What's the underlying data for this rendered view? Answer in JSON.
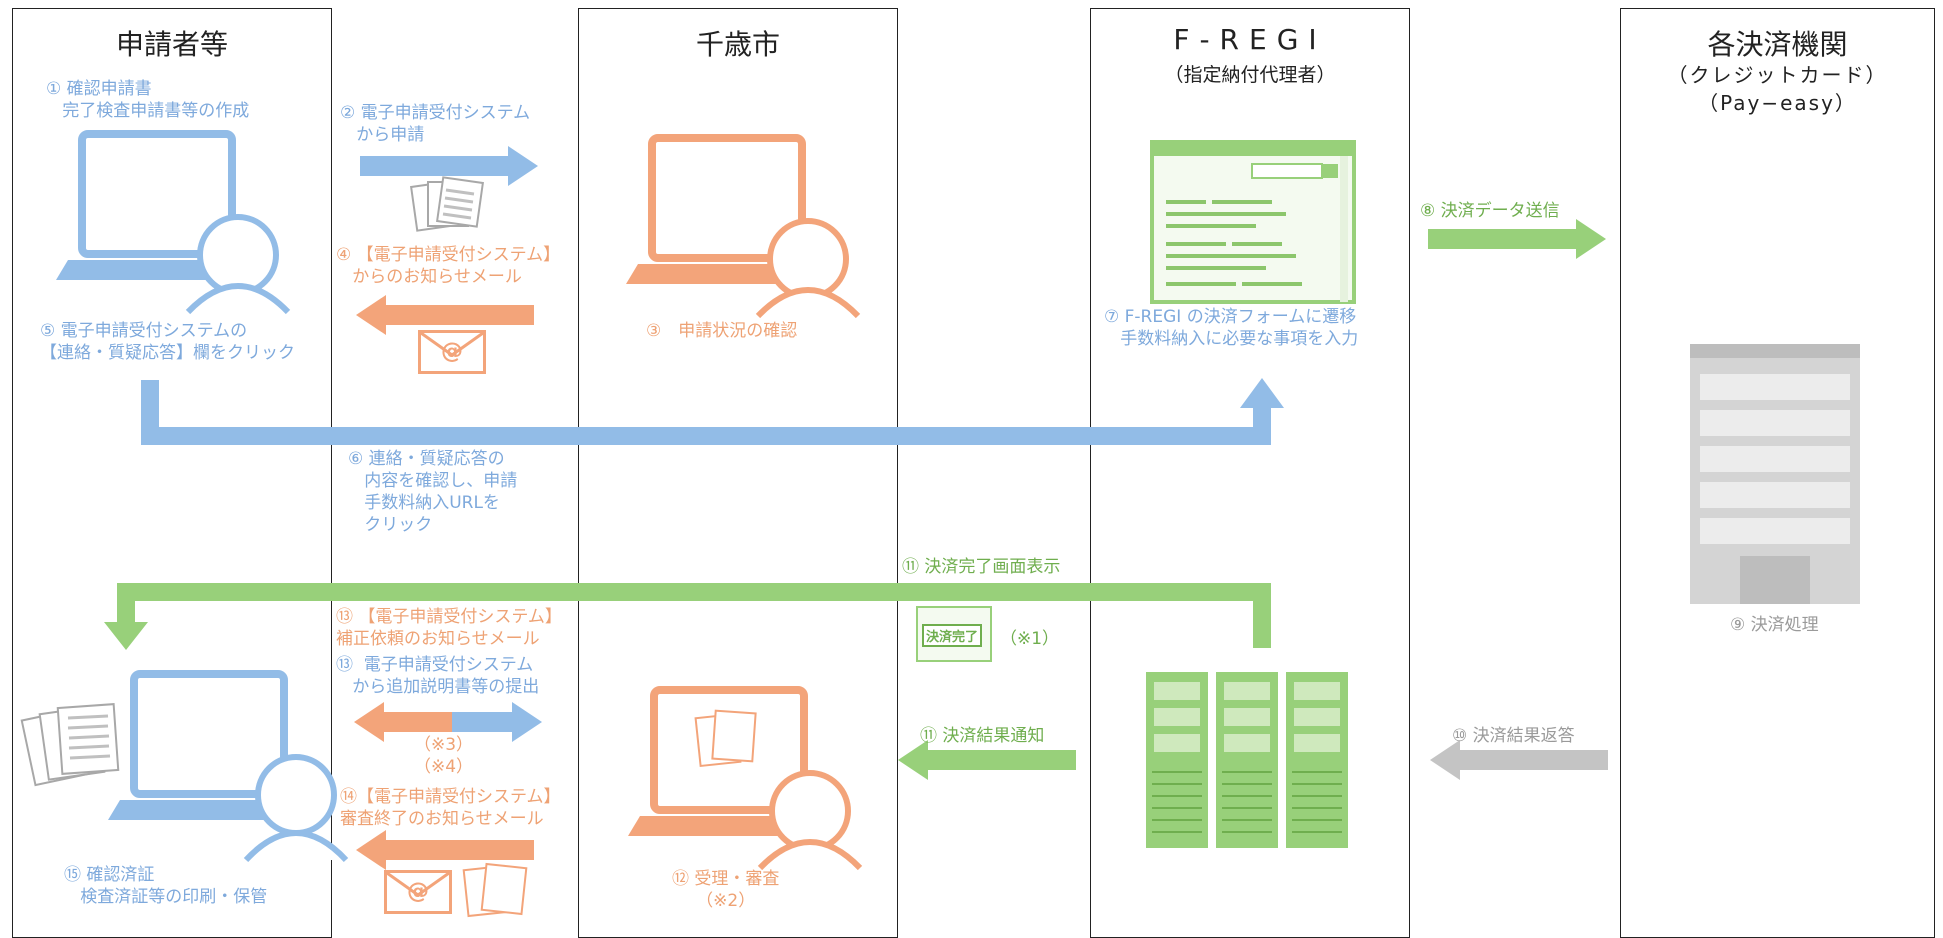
{
  "colors": {
    "blue": "#92bce7",
    "orange": "#f3a47a",
    "green": "#98d07a",
    "gray": "#c4c4c4",
    "line": "#222222"
  },
  "lanes": {
    "applicant": {
      "title": "申請者等"
    },
    "city": {
      "title": "千歳市"
    },
    "fregi": {
      "title": "F-REGI",
      "subtitle": "（指定納付代理者）"
    },
    "payment": {
      "title": "各決済機関",
      "subtitle": "（クレジットカード）\n（Pay−easy）"
    }
  },
  "steps": {
    "s1": "① 確認申請書\n   完了検査申請書等の作成",
    "s2": "② 電子申請受付システム\n   から申請",
    "s3": "③　申請状況の確認",
    "s4": "④ 【電子申請受付システム】\n   からのお知らせメール",
    "s5": "⑤ 電子申請受付システムの\n【連絡・質疑応答】欄をクリック",
    "s6": "⑥ 連絡・質疑応答の\n   内容を確認し、申請\n   手数料納入URLを\n   クリック",
    "s7": "⑦ F-REGI の決済フォームに遷移\n   手数料納入に必要な事項を入力",
    "s8": "⑧ 決済データ送信",
    "s9": "⑨ 決済処理",
    "s10": "⑩ 決済結果返答",
    "s11a": "⑪ 決済完了画面表示",
    "s11b": "⑪ 決済結果通知",
    "s12": "⑫ 受理・審査\n（※2）",
    "s13a": "⑬ 【電子申請受付システム】\n補正依頼のお知らせメール",
    "s13b": "⑬  電子申請受付システム\n   から追加説明書等の提出",
    "s14": "⑭【電子申請受付システム】\n審査終了のお知らせメール",
    "s15": "⑮ 確認済証\n   検査済証等の印刷・保管",
    "note1": "（※1）",
    "note3": "（※3）",
    "note4": "（※4）"
  },
  "icons": {
    "email": "@",
    "payment_complete_badge": "決済完了"
  }
}
